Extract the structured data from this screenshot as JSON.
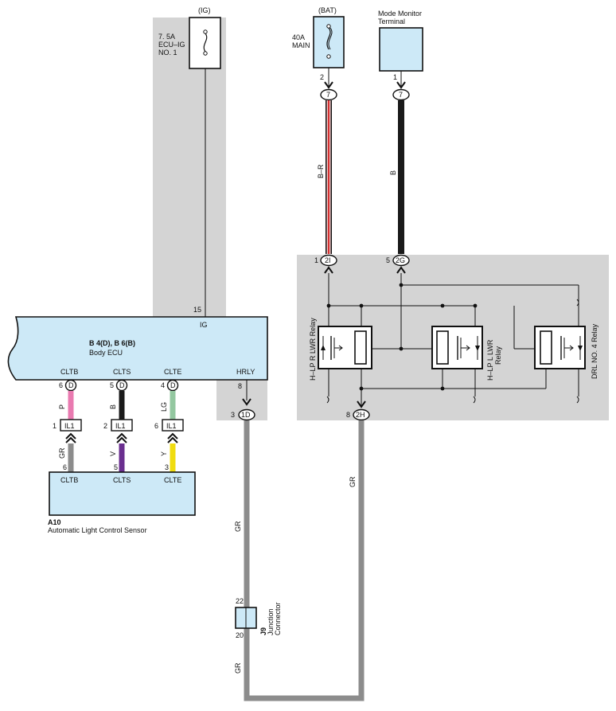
{
  "top": {
    "ig_label": "(IG)",
    "bat_label": "(BAT)",
    "fuse_ig": {
      "line1": "7. 5A",
      "line2": "ECU–IG",
      "line3": "NO. 1"
    },
    "fuse_main": {
      "line1": "40A",
      "line2": "MAIN"
    },
    "mode_monitor": {
      "line1": "Mode Monitor",
      "line2": "Terminal"
    }
  },
  "connectors": {
    "bat_pin": "2",
    "bat_conn": "7",
    "mm_pin": "1",
    "mm_conn": "7",
    "relay_pin_left": "1",
    "relay_conn_left": "2I",
    "relay_pin_right": "5",
    "relay_conn_right": "2G",
    "relay_out_pin": "8",
    "relay_out_conn": "2H",
    "ecu_ig_pin": "15",
    "hrly_pin": "8",
    "hrly_jpin": "3",
    "hrly_conn": "1D",
    "d_pins": [
      "6",
      "5",
      "4"
    ],
    "d_conn": "D",
    "il_left_pins": [
      "1",
      "2",
      "6"
    ],
    "il_conn": "IL1",
    "sensor_pins": [
      "6",
      "5",
      "3"
    ],
    "j9_top_pin": "22",
    "j9_bottom_pin": "20"
  },
  "wires": {
    "br": "B–R",
    "b": "B",
    "gr_right": "GR",
    "gr_left": "GR",
    "gr_bottom": "GR",
    "ecu_to_il": [
      "P",
      "B",
      "LG"
    ],
    "il_to_sensor": [
      "GR",
      "V",
      "Y"
    ]
  },
  "ecu": {
    "ig_label": "IG",
    "title1": "B 4(D), B 6(B)",
    "title2": "Body ECU",
    "terminals": [
      "CLTB",
      "CLTS",
      "CLTE",
      "HRLY"
    ]
  },
  "relays": [
    {
      "line1": "H–LP R LWR Relay",
      "line2": ""
    },
    {
      "line1": "H–LP L LWR",
      "line2": "Relay"
    },
    {
      "line1": "DRL NO. 4 Relay",
      "line2": ""
    }
  ],
  "sensor": {
    "terminals": [
      "CLTB",
      "CLTS",
      "CLTE"
    ],
    "id": "A10",
    "name": "Automatic Light Control Sensor"
  },
  "junction": {
    "id": "J9",
    "name1": "Junction",
    "name2": "Connector"
  },
  "colors": {
    "panel": "#d4d4d4",
    "component": "#cde9f7",
    "wire_pink": "#e97ab0",
    "wire_black": "#1a1a1a",
    "wire_green": "#93c7a0",
    "wire_gray": "#8c8c8c",
    "wire_purple": "#6a2f8f",
    "wire_yellow": "#f0dc10",
    "wire_red": "#d43030"
  }
}
